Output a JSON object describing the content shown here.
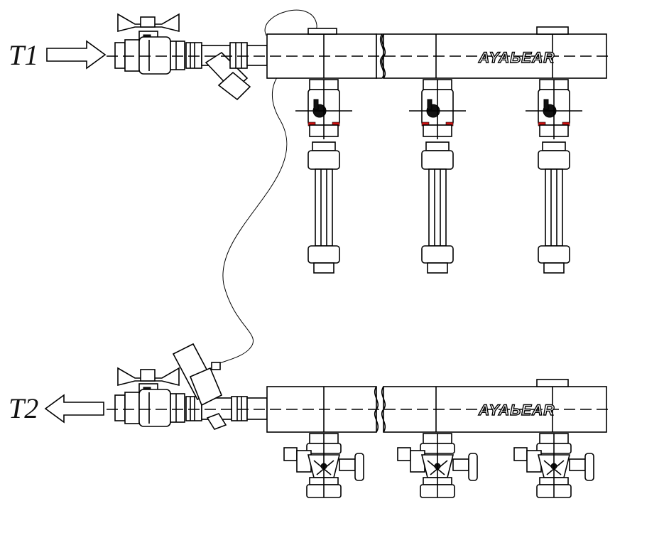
{
  "labels": {
    "supply": "T1",
    "return": "T2",
    "brand": "AYAЬEAR"
  },
  "colors": {
    "line": "#000000",
    "background": "#ffffff",
    "valve_indicator": "#d11111"
  },
  "icons": {
    "supply_arrow": "arrow-right-outline",
    "return_arrow": "arrow-left-outline"
  }
}
